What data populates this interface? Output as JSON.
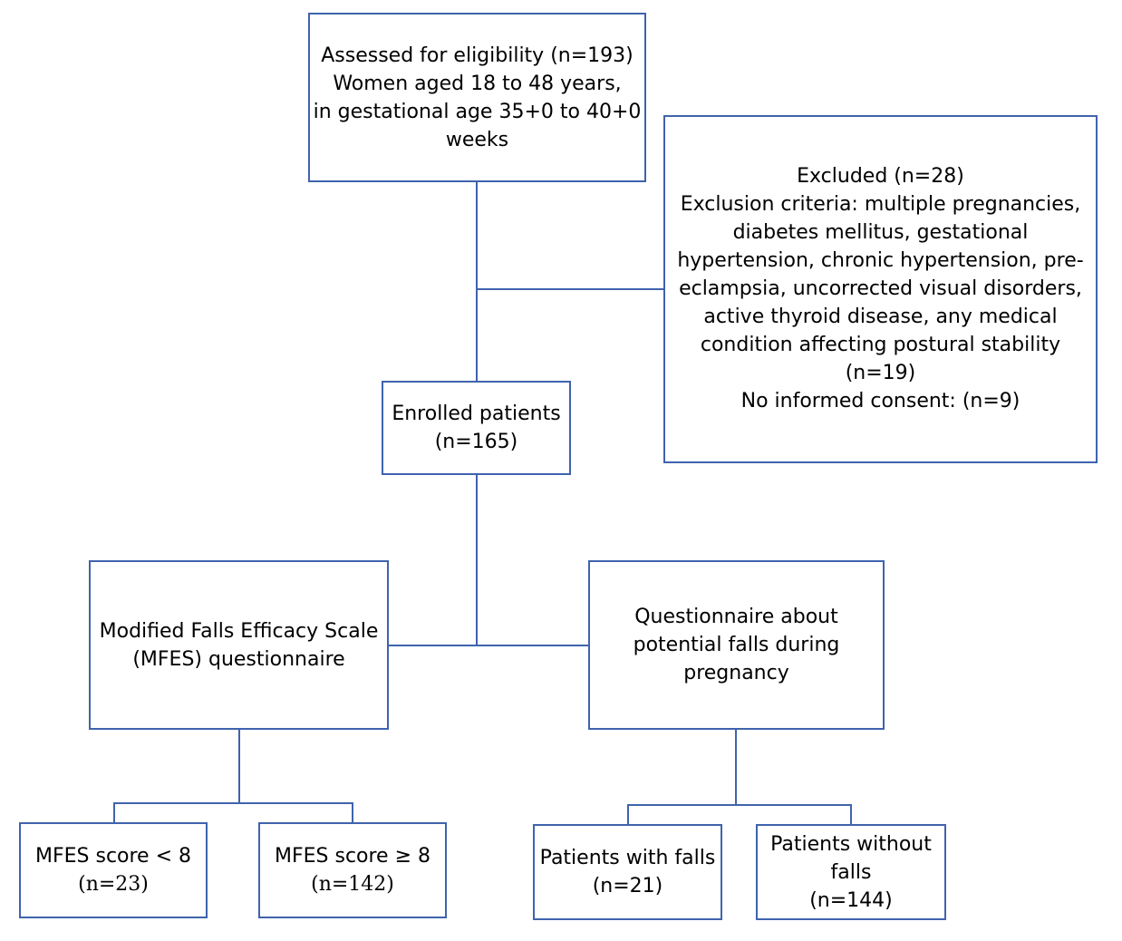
{
  "boxes": {
    "assessed": {
      "lines": [
        "Assessed for eligibility (n=193)",
        "Women aged 18 to 48 years,",
        "in gestational age 35+0 to 40+0",
        "weeks"
      ]
    },
    "excluded": {
      "lines": [
        "Excluded (n=28)",
        "Exclusion criteria: multiple pregnancies,",
        "diabetes mellitus, gestational",
        "hypertension, chronic hypertension, pre-",
        "eclampsia, uncorrected visual disorders,",
        "active thyroid disease, any medical",
        "condition affecting postural stability",
        "(n=19)",
        "No informed consent: (n=9)"
      ]
    },
    "enrolled": {
      "lines": [
        "Enrolled patients",
        "(n=165)"
      ]
    },
    "mfes": {
      "lines": [
        "Modified Falls Efficacy Scale",
        "(MFES) questionnaire"
      ]
    },
    "falls_q": {
      "lines": [
        "Questionnaire about",
        "potential falls during",
        "pregnancy"
      ]
    },
    "mfes_low": {
      "lines": [
        "MFES score < 8",
        "(n=23)"
      ]
    },
    "mfes_high": {
      "lines": [
        "MFES score ≥ 8",
        "(n=142)"
      ]
    },
    "with_falls": {
      "lines": [
        "Patients with falls",
        "(n=21)"
      ]
    },
    "without_falls": {
      "lines": [
        "Patients without",
        "falls",
        "(n=144)"
      ]
    }
  },
  "colors": {
    "border": "#3f63ad",
    "text": "#000000",
    "background": "#ffffff"
  }
}
